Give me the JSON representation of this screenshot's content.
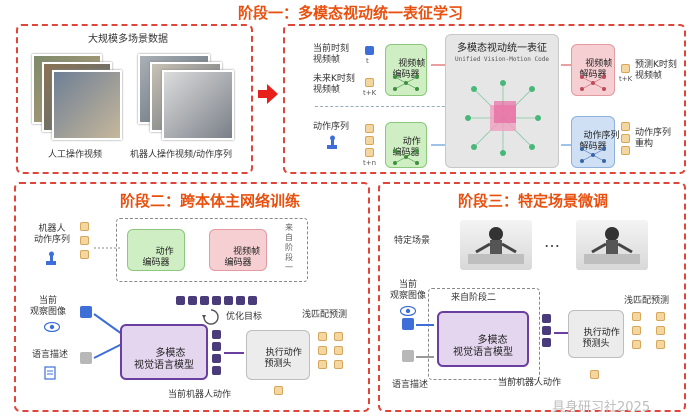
{
  "stage1": {
    "title": "阶段一：多模态视动统一表征学习",
    "dataset_label": "大规模多场景数据",
    "human_video": "人工操作视频",
    "robot_video": "机器人操作视频/动作序列",
    "current_frame": "当前时刻\n视频帧",
    "future_frame": "未来K时刻\n视频帧",
    "action_seq": "动作序列",
    "video_encoder": "视频帧\n编码器",
    "action_encoder": "动作\n编码器",
    "unified_title": "多模态视动统一表征",
    "unified_subtitle": "Unified Vision-Motion Code",
    "video_decoder": "视频帧\n解码器",
    "action_decoder": "动作序列\n解码器",
    "predict_frame": "预测K时刻\n视频帧",
    "action_reconstruct": "动作序列\n重构",
    "tok_t": "t",
    "tok_tk": "t+K",
    "tok_tn": "t+n"
  },
  "stage2": {
    "title": "阶段二：跨本体主网络训练",
    "robot_action": "机器人\n动作序列",
    "current_obs": "当前\n观察图像",
    "lang_desc": "语言描述",
    "action_encoder": "动作\n编码器",
    "video_encoder": "视频帧\n编码器",
    "from_stage1": "来\n自\n阶\n段\n一",
    "optim_target": "优化目标",
    "mllm": "多模态\n视觉语言模型",
    "action_head": "执行动作\n预测头",
    "shallow_match": "浅匹配预测",
    "current_robot_action": "当前机器人动作"
  },
  "stage3": {
    "title": "阶段三：特定场景微调",
    "specific_scene": "特定场景",
    "ellipsis": "…",
    "current_obs": "当前\n观察图像",
    "from_stage2": "来自阶段二",
    "mllm": "多模态\n视觉语言模型",
    "action_head": "执行动作\n预测头",
    "shallow_match": "浅匹配预测",
    "lang_desc": "语言描述",
    "current_robot_action": "当前机器人动作"
  },
  "watermark": "具身研习社2025",
  "colors": {
    "accent": "#e8500f",
    "panel_border": "#e0453a",
    "green": "#cfeec4",
    "pink": "#f6cfd2",
    "blue": "#cfe0f4",
    "lavender": "#e4d6ef"
  }
}
